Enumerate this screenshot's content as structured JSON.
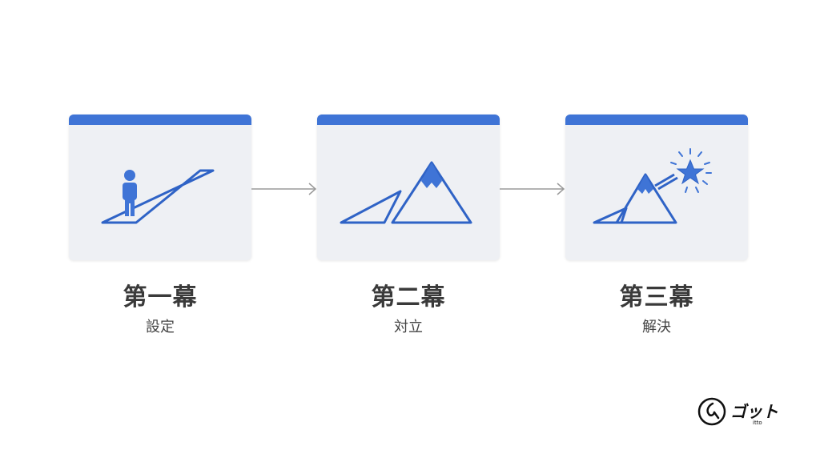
{
  "acts": [
    {
      "title": "第一幕",
      "subtitle": "設定",
      "icon": "person-on-path-icon"
    },
    {
      "title": "第二幕",
      "subtitle": "対立",
      "icon": "mountain-icon"
    },
    {
      "title": "第三幕",
      "subtitle": "解決",
      "icon": "mountain-star-icon"
    }
  ],
  "logo": {
    "text": "ゴット",
    "small": "itto"
  },
  "colors": {
    "accent": "#3f74d6",
    "stroke": "#2f63c6",
    "panel": "#eef0f4",
    "arrow": "#9a9a9a",
    "text": "#3a3a3a"
  }
}
